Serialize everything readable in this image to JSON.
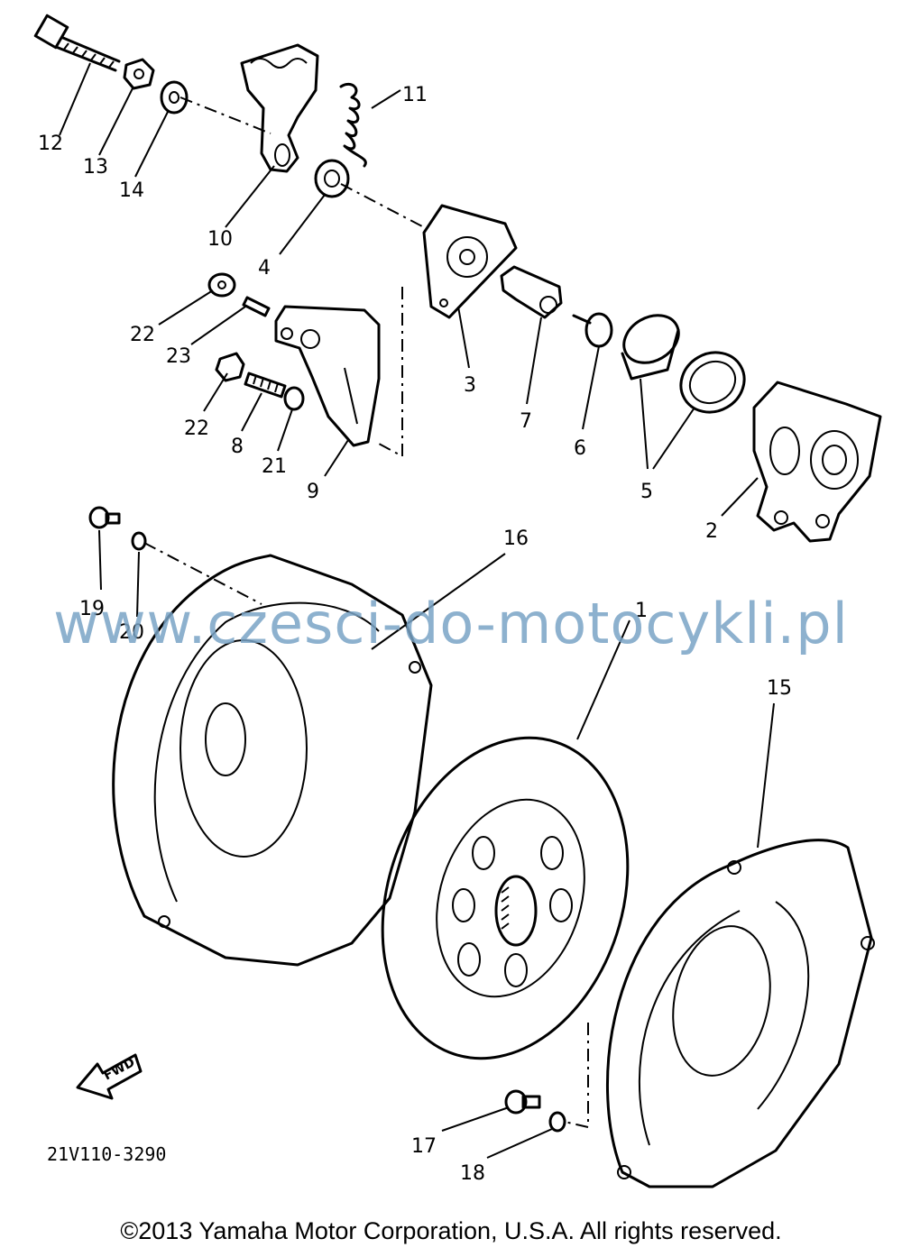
{
  "diagram": {
    "callouts": [
      "1",
      "2",
      "3",
      "4",
      "5",
      "6",
      "7",
      "8",
      "9",
      "10",
      "11",
      "12",
      "13",
      "14",
      "15",
      "16",
      "17",
      "18",
      "19",
      "20",
      "21",
      "22",
      "22",
      "23"
    ],
    "fwd_label": "FWD",
    "code": "21V110-3290"
  },
  "watermark": "www.czesci-do-motocykli.pl",
  "copyright": "©2013 Yamaha Motor Corporation, U.S.A. All rights reserved."
}
